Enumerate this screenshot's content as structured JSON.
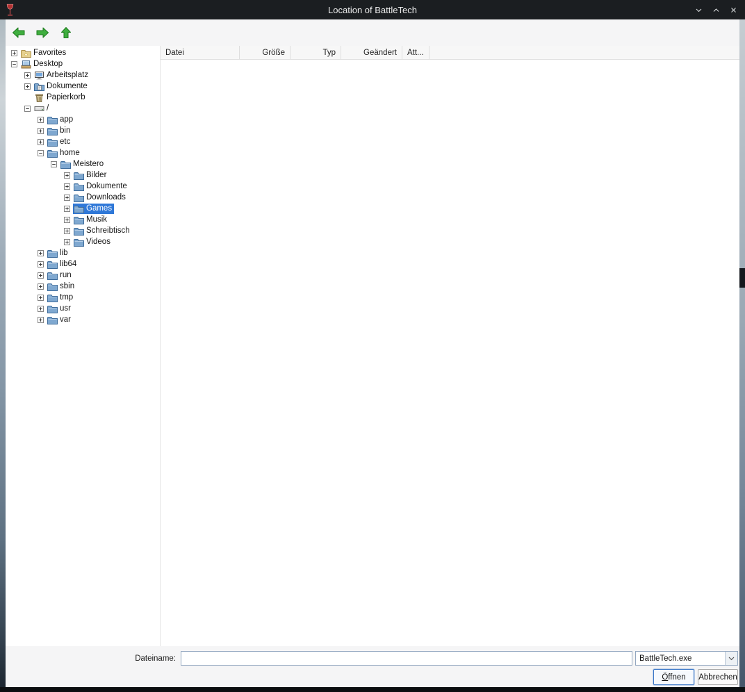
{
  "window": {
    "title": "Location of BattleTech",
    "app_icon": "wine-glass-icon",
    "controls": [
      {
        "name": "minimize",
        "icon": "chevron-down-icon"
      },
      {
        "name": "maximize",
        "icon": "chevron-up-icon"
      },
      {
        "name": "close",
        "icon": "close-icon"
      }
    ]
  },
  "toolbar": {
    "buttons": [
      {
        "name": "back",
        "icon": "arrow-left-icon"
      },
      {
        "name": "forward",
        "icon": "arrow-right-icon"
      },
      {
        "name": "up",
        "icon": "arrow-up-icon"
      }
    ]
  },
  "tree": {
    "items": [
      {
        "label": "Favorites",
        "level": 0,
        "expander": "plus",
        "icon": "favorites",
        "selected": false
      },
      {
        "label": "Desktop",
        "level": 0,
        "expander": "minus",
        "icon": "desktop",
        "selected": false
      },
      {
        "label": "Arbeitsplatz",
        "level": 1,
        "expander": "plus",
        "icon": "computer",
        "selected": false
      },
      {
        "label": "Dokumente",
        "level": 1,
        "expander": "plus",
        "icon": "docfolder",
        "selected": false
      },
      {
        "label": "Papierkorb",
        "level": 1,
        "expander": "none",
        "icon": "trash",
        "selected": false
      },
      {
        "label": "/",
        "level": 1,
        "expander": "minus",
        "icon": "drive",
        "selected": false
      },
      {
        "label": "app",
        "level": 2,
        "expander": "plus",
        "icon": "folder",
        "selected": false
      },
      {
        "label": "bin",
        "level": 2,
        "expander": "plus",
        "icon": "folder",
        "selected": false
      },
      {
        "label": "etc",
        "level": 2,
        "expander": "plus",
        "icon": "folder",
        "selected": false
      },
      {
        "label": "home",
        "level": 2,
        "expander": "minus",
        "icon": "folder",
        "selected": false
      },
      {
        "label": "Meistero",
        "level": 3,
        "expander": "minus",
        "icon": "folder",
        "selected": false
      },
      {
        "label": "Bilder",
        "level": 4,
        "expander": "plus",
        "icon": "folder",
        "selected": false
      },
      {
        "label": "Dokumente",
        "level": 4,
        "expander": "plus",
        "icon": "folder",
        "selected": false
      },
      {
        "label": "Downloads",
        "level": 4,
        "expander": "plus",
        "icon": "folder",
        "selected": false
      },
      {
        "label": "Games",
        "level": 4,
        "expander": "plus",
        "icon": "folder",
        "selected": true
      },
      {
        "label": "Musik",
        "level": 4,
        "expander": "plus",
        "icon": "folder",
        "selected": false
      },
      {
        "label": "Schreibtisch",
        "level": 4,
        "expander": "plus",
        "icon": "folder",
        "selected": false
      },
      {
        "label": "Videos",
        "level": 4,
        "expander": "plus",
        "icon": "folder",
        "selected": false
      },
      {
        "label": "lib",
        "level": 2,
        "expander": "plus",
        "icon": "folder",
        "selected": false
      },
      {
        "label": "lib64",
        "level": 2,
        "expander": "plus",
        "icon": "folder",
        "selected": false
      },
      {
        "label": "run",
        "level": 2,
        "expander": "plus",
        "icon": "folder",
        "selected": false
      },
      {
        "label": "sbin",
        "level": 2,
        "expander": "plus",
        "icon": "folder",
        "selected": false
      },
      {
        "label": "tmp",
        "level": 2,
        "expander": "plus",
        "icon": "folder",
        "selected": false
      },
      {
        "label": "usr",
        "level": 2,
        "expander": "plus",
        "icon": "folder",
        "selected": false
      },
      {
        "label": "var",
        "level": 2,
        "expander": "plus",
        "icon": "folder",
        "selected": false
      }
    ]
  },
  "list": {
    "columns": [
      {
        "label": "Datei",
        "align": "left",
        "width": 114
      },
      {
        "label": "Größe",
        "align": "right",
        "width": 73
      },
      {
        "label": "Typ",
        "align": "right",
        "width": 73
      },
      {
        "label": "Geändert",
        "align": "right",
        "width": 88
      },
      {
        "label": "Att...",
        "align": "left",
        "width": 39
      }
    ],
    "rows": []
  },
  "bottom_bar": {
    "filename_label": "Dateiname:",
    "filename_value": "",
    "filename_placeholder": "",
    "filetype_value": "BattleTech.exe",
    "open_button": {
      "accel": "Ö",
      "rest": "ffnen"
    },
    "cancel_button": "Abbrechen"
  },
  "colors": {
    "titlebar_bg": "#1b1e21",
    "selection_bg": "#2f78d8",
    "toolbar_arrow_green": "#3fae3f",
    "folder_blue": "#7fa8d0"
  }
}
